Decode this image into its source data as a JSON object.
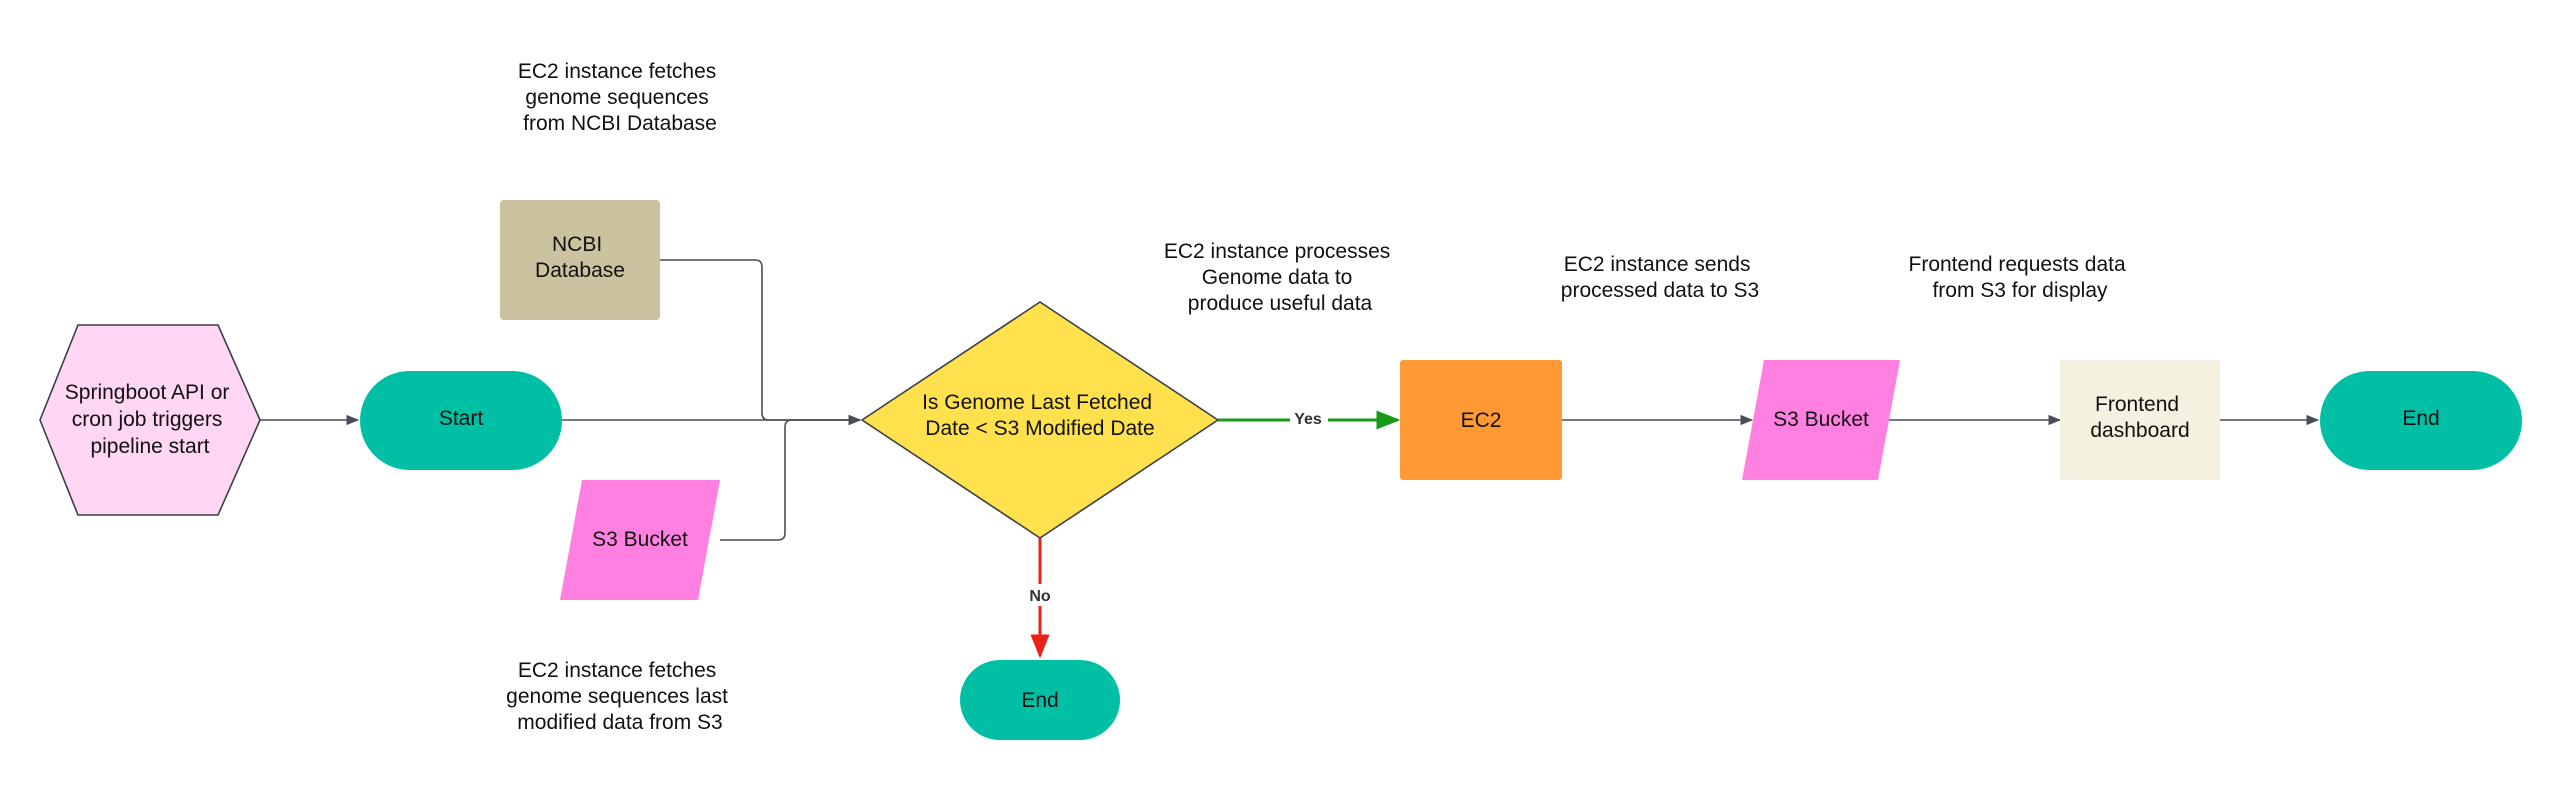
{
  "diagram": {
    "notes": {
      "ncbi_fetch": [
        "EC2 instance fetches",
        "genome sequences",
        "from NCBI Database"
      ],
      "s3_fetch": [
        "EC2 instance fetches",
        "genome sequences last",
        "modified data from S3"
      ],
      "process": [
        "EC2 instance processes",
        "Genome data to",
        "produce useful data"
      ],
      "send": [
        "EC2 instance sends",
        "processed data to S3"
      ],
      "frontend": [
        "Frontend requests data",
        "from S3 for display"
      ]
    },
    "nodes": {
      "trigger": [
        "Springboot API or",
        "cron job triggers",
        "pipeline start"
      ],
      "start": "Start",
      "ncbi": [
        "NCBI",
        "Database"
      ],
      "s3_input": "S3 Bucket",
      "decision": [
        "Is Genome Last Fetched",
        "Date < S3 Modified Date"
      ],
      "end_no": "End",
      "ec2": "EC2",
      "s3_output": "S3 Bucket",
      "frontend": [
        "Frontend",
        "dashboard"
      ],
      "end_final": "End"
    },
    "edges": {
      "yes_label": "Yes",
      "no_label": "No"
    },
    "colors": {
      "trigger_fill": "#FFD6F4",
      "terminal_fill": "#00BFA5",
      "ncbi_fill": "#CBC2A0",
      "s3_fill": "#FF80E0",
      "decision_fill": "#FFE14D",
      "ec2_fill": "#FF9933",
      "frontend_fill": "#F5F1E0",
      "line": "#4A4E57",
      "yes_line": "#1A9A1A",
      "no_line": "#E8211B"
    }
  }
}
